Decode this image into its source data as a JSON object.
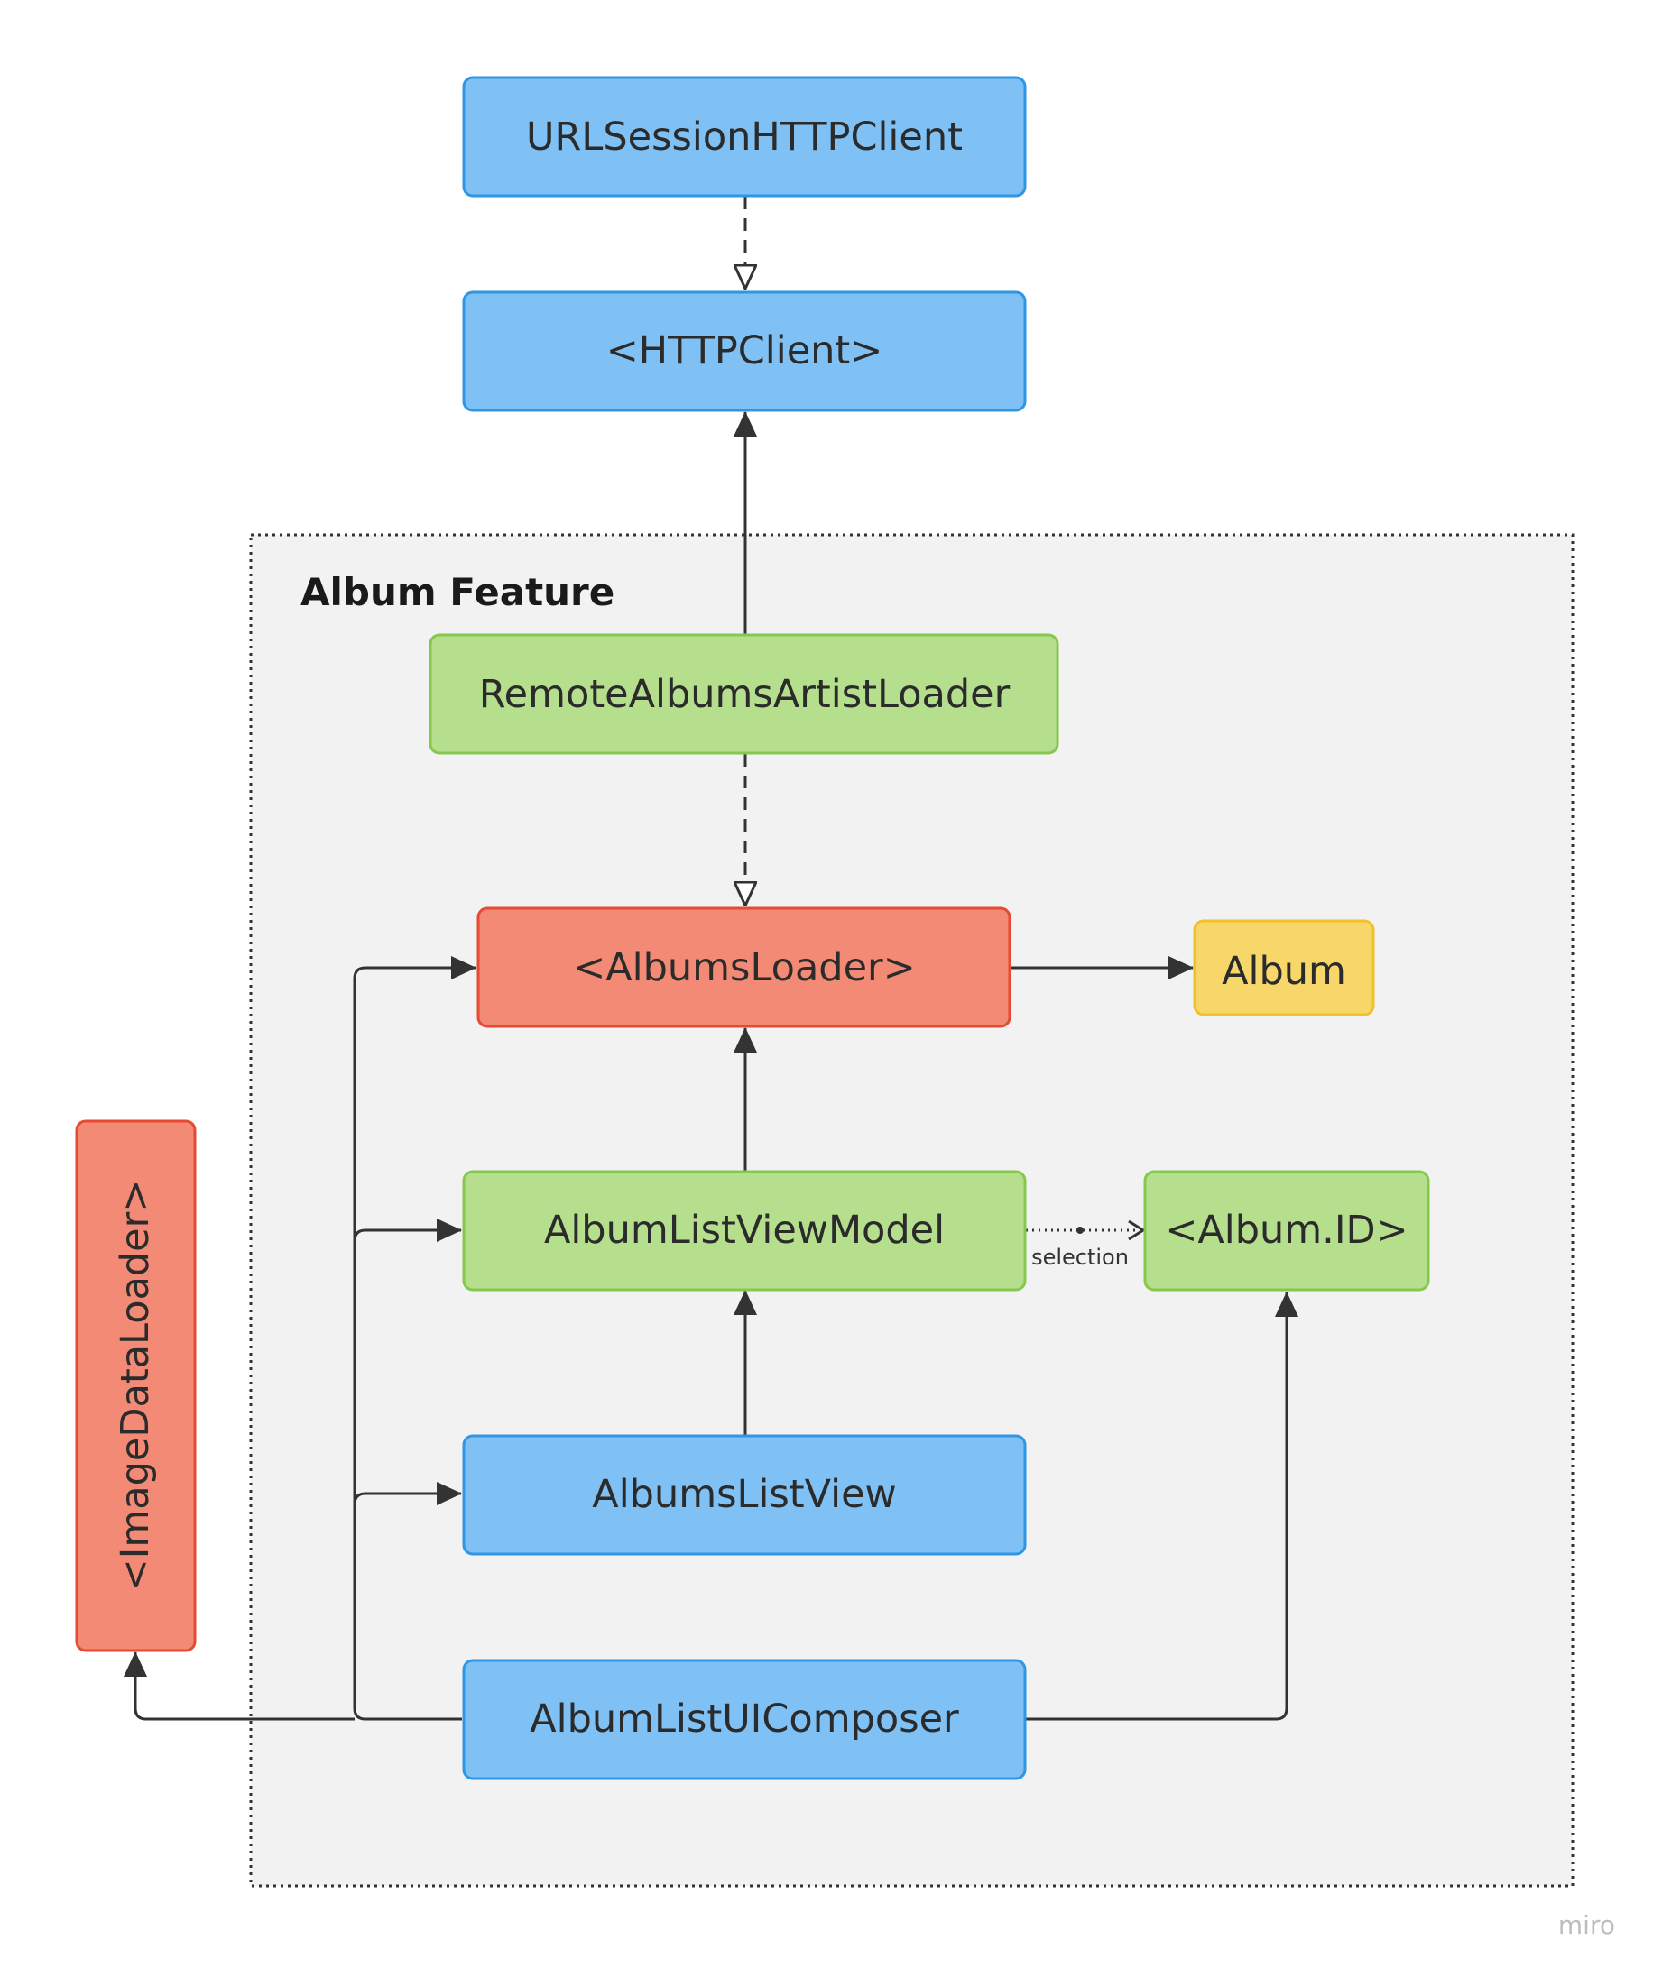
{
  "group": {
    "title": "Album Feature"
  },
  "nodes": {
    "urlsession_client": {
      "label": "URLSessionHTTPClient"
    },
    "http_client": {
      "label": "<HTTPClient>"
    },
    "remote_loader": {
      "label": "RemoteAlbumsArtistLoader"
    },
    "albums_loader": {
      "label": "<AlbumsLoader>"
    },
    "album": {
      "label": "Album"
    },
    "view_model": {
      "label": "AlbumListViewModel"
    },
    "album_id": {
      "label": "<Album.ID>"
    },
    "list_view": {
      "label": "AlbumsListView"
    },
    "composer": {
      "label": "AlbumListUIComposer"
    },
    "image_loader": {
      "label": "<ImageDataLoader>"
    }
  },
  "edges": {
    "selection_label": "selection"
  },
  "colors": {
    "blue_fill": "#7fc1f5",
    "blue_stroke": "#2e96e3",
    "green_fill": "#b6df8d",
    "green_stroke": "#86c84e",
    "red_fill": "#f28a76",
    "red_stroke": "#e64a33",
    "yellow_fill": "#f7d66a",
    "yellow_stroke": "#f2c027",
    "group_fill": "#f2f2f2"
  },
  "watermark": "miro"
}
